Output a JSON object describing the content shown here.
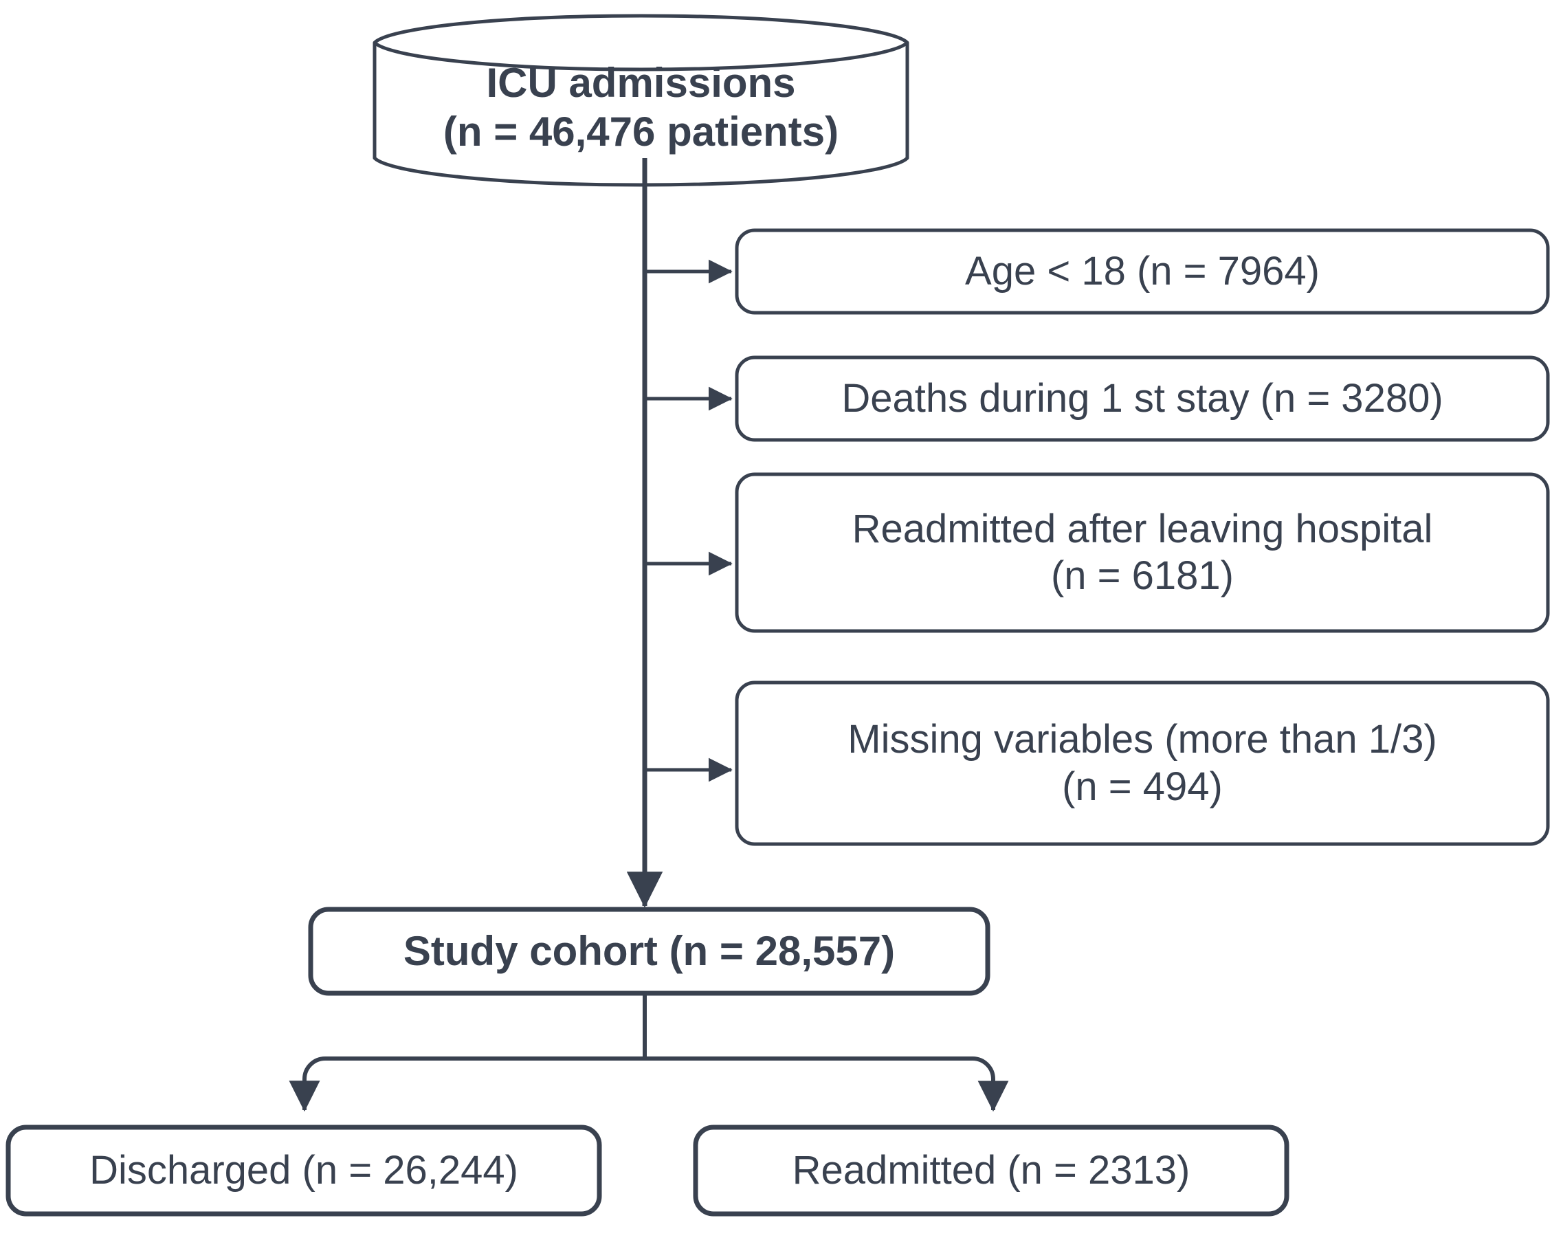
{
  "diagram": {
    "type": "study-flow-chart",
    "title": "ICU cohort selection flow diagram",
    "colors": {
      "stroke": "#39414f",
      "text": "#39414f",
      "background": "#ffffff",
      "node_fill": "#ffffff"
    },
    "source_node": {
      "shape": "cylinder",
      "line1": "ICU admissions",
      "line2": "(n = 46,476 patients)",
      "text": "ICU admissions\n(n = 46,476 patients)",
      "n": 46476,
      "unit": "patients"
    },
    "exclusions": [
      {
        "id": "age-under-18",
        "text": "Age < 18 (n = 7964)",
        "label": "Age < 18",
        "n": 7964
      },
      {
        "id": "deaths-first-stay",
        "text": "Deaths during 1 st stay (n = 3280)",
        "label": "Deaths during 1 st stay",
        "n": 3280
      },
      {
        "id": "readmitted-after-leaving-hospital",
        "text": "Readmitted after leaving hospital\n(n = 6181)",
        "label": "Readmitted after leaving hospital",
        "n": 6181
      },
      {
        "id": "missing-variables",
        "text": "Missing variables (more than 1/3)\n(n = 494)",
        "label": "Missing variables (more than 1/3)",
        "n": 494
      }
    ],
    "cohort_node": {
      "id": "study-cohort",
      "text": "Study cohort (n = 28,557)",
      "label": "Study cohort",
      "n": 28557
    },
    "outcomes": [
      {
        "id": "discharged",
        "text": "Discharged (n = 26,244)",
        "label": "Discharged",
        "n": 26244
      },
      {
        "id": "readmitted",
        "text": "Readmitted (n = 2313)",
        "label": "Readmitted",
        "n": 2313
      }
    ]
  }
}
